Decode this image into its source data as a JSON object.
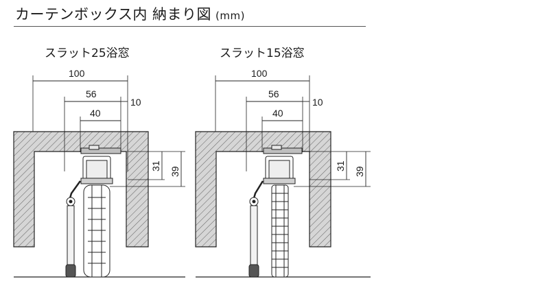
{
  "title": "カーテンボックス内 納まり図",
  "title_unit": "(mm)",
  "panels": [
    {
      "label": "スラット25浴窓",
      "dims": {
        "width_total": "100",
        "width_56": "56",
        "width_40": "40",
        "side_gap": "10",
        "height_31": "31",
        "height_39": "39"
      }
    },
    {
      "label": "スラット15浴窓",
      "dims": {
        "width_total": "100",
        "width_56": "56",
        "width_40": "40",
        "side_gap": "10",
        "height_31": "31",
        "height_39": "39"
      }
    }
  ]
}
